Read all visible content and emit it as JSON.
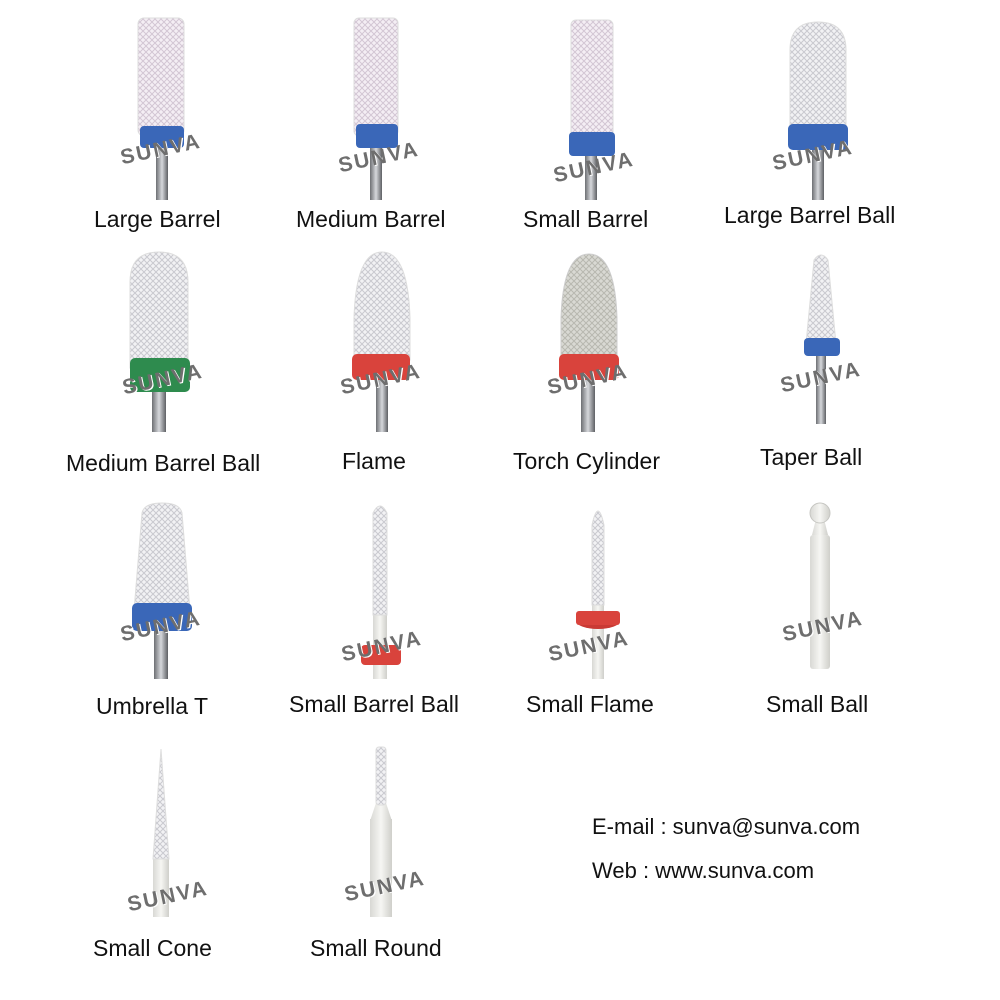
{
  "watermark": "SUNVA",
  "products": [
    {
      "name": "Large Barrel",
      "collar_color": "#3a67b8"
    },
    {
      "name": "Medium Barrel",
      "collar_color": "#3a67b8"
    },
    {
      "name": "Small Barrel",
      "collar_color": "#3a67b8"
    },
    {
      "name": "Large Barrel Ball",
      "collar_color": "#3a67b8"
    },
    {
      "name": "Medium Barrel Ball",
      "collar_color": "#2e8b4e"
    },
    {
      "name": "Flame",
      "collar_color": "#d9433c"
    },
    {
      "name": "Torch Cylinder",
      "collar_color": "#d9433c"
    },
    {
      "name": "Taper Ball",
      "collar_color": "#3a67b8"
    },
    {
      "name": "Umbrella T",
      "collar_color": "#3a67b8"
    },
    {
      "name": "Small Barrel Ball",
      "collar_color": "#d9433c"
    },
    {
      "name": "Small Flame",
      "collar_color": "#d9433c"
    },
    {
      "name": "Small Ball",
      "collar_color": ""
    },
    {
      "name": "Small Cone",
      "collar_color": ""
    },
    {
      "name": "Small Round",
      "collar_color": ""
    }
  ],
  "contact": {
    "email": "E-mail : sunva@sunva.com",
    "web": "Web : www.sunva.com"
  }
}
